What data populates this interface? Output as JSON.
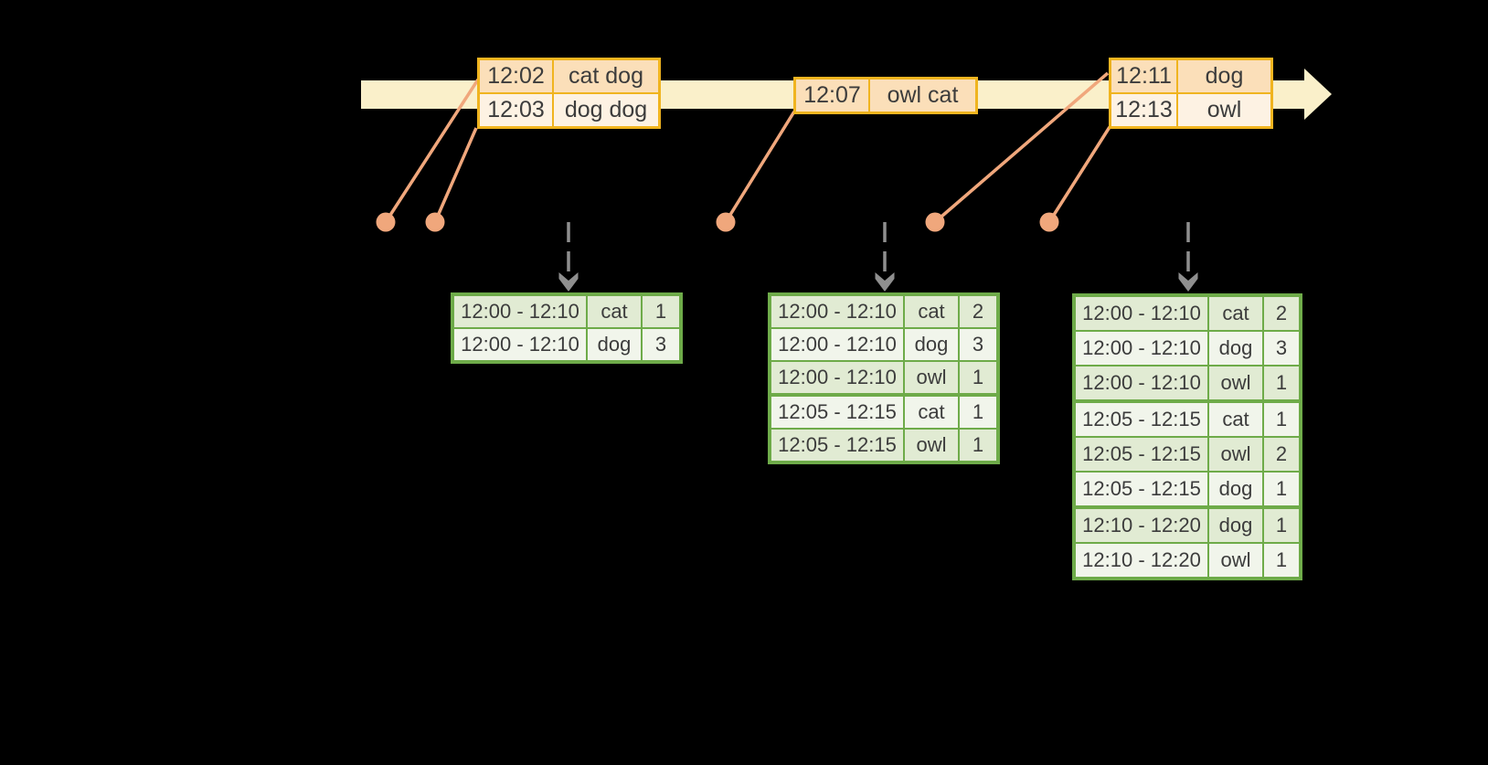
{
  "colors": {
    "background": "#000000",
    "timeline_fill": "#FAF0CA",
    "event_table_border": "#F0B41F",
    "event_row_peach": "#FBDFB9",
    "event_row_cream": "#FDF2E3",
    "connector": "#F0A77C",
    "trigger_arrow_gray": "#8F8F8F",
    "result_table_border": "#6EAB49",
    "result_row_dark": "#E1EBD3",
    "result_row_light": "#F1F5EB",
    "text": "#3C3C3C"
  },
  "timeline_events": [
    {
      "rows": [
        {
          "time": "12:02",
          "words": "cat dog"
        },
        {
          "time": "12:03",
          "words": "dog dog"
        }
      ]
    },
    {
      "rows": [
        {
          "time": "12:07",
          "words": "owl cat"
        }
      ]
    },
    {
      "rows": [
        {
          "time": "12:11",
          "words": "dog"
        },
        {
          "time": "12:13",
          "words": "owl"
        }
      ]
    }
  ],
  "result_tables": [
    {
      "groups": [
        {
          "rows": [
            {
              "window": "12:00 - 12:10",
              "word": "cat",
              "count": "1"
            },
            {
              "window": "12:00 - 12:10",
              "word": "dog",
              "count": "3"
            }
          ]
        }
      ]
    },
    {
      "groups": [
        {
          "rows": [
            {
              "window": "12:00 - 12:10",
              "word": "cat",
              "count": "2"
            },
            {
              "window": "12:00 - 12:10",
              "word": "dog",
              "count": "3"
            },
            {
              "window": "12:00 - 12:10",
              "word": "owl",
              "count": "1"
            }
          ]
        },
        {
          "rows": [
            {
              "window": "12:05 - 12:15",
              "word": "cat",
              "count": "1"
            },
            {
              "window": "12:05 - 12:15",
              "word": "owl",
              "count": "1"
            }
          ]
        }
      ]
    },
    {
      "groups": [
        {
          "rows": [
            {
              "window": "12:00 - 12:10",
              "word": "cat",
              "count": "2"
            },
            {
              "window": "12:00 - 12:10",
              "word": "dog",
              "count": "3"
            },
            {
              "window": "12:00 - 12:10",
              "word": "owl",
              "count": "1"
            }
          ]
        },
        {
          "rows": [
            {
              "window": "12:05 - 12:15",
              "word": "cat",
              "count": "1"
            },
            {
              "window": "12:05 - 12:15",
              "word": "owl",
              "count": "2"
            },
            {
              "window": "12:05 - 12:15",
              "word": "dog",
              "count": "1"
            }
          ]
        },
        {
          "rows": [
            {
              "window": "12:10 - 12:20",
              "word": "dog",
              "count": "1"
            },
            {
              "window": "12:10 - 12:20",
              "word": "owl",
              "count": "1"
            }
          ]
        }
      ]
    }
  ]
}
